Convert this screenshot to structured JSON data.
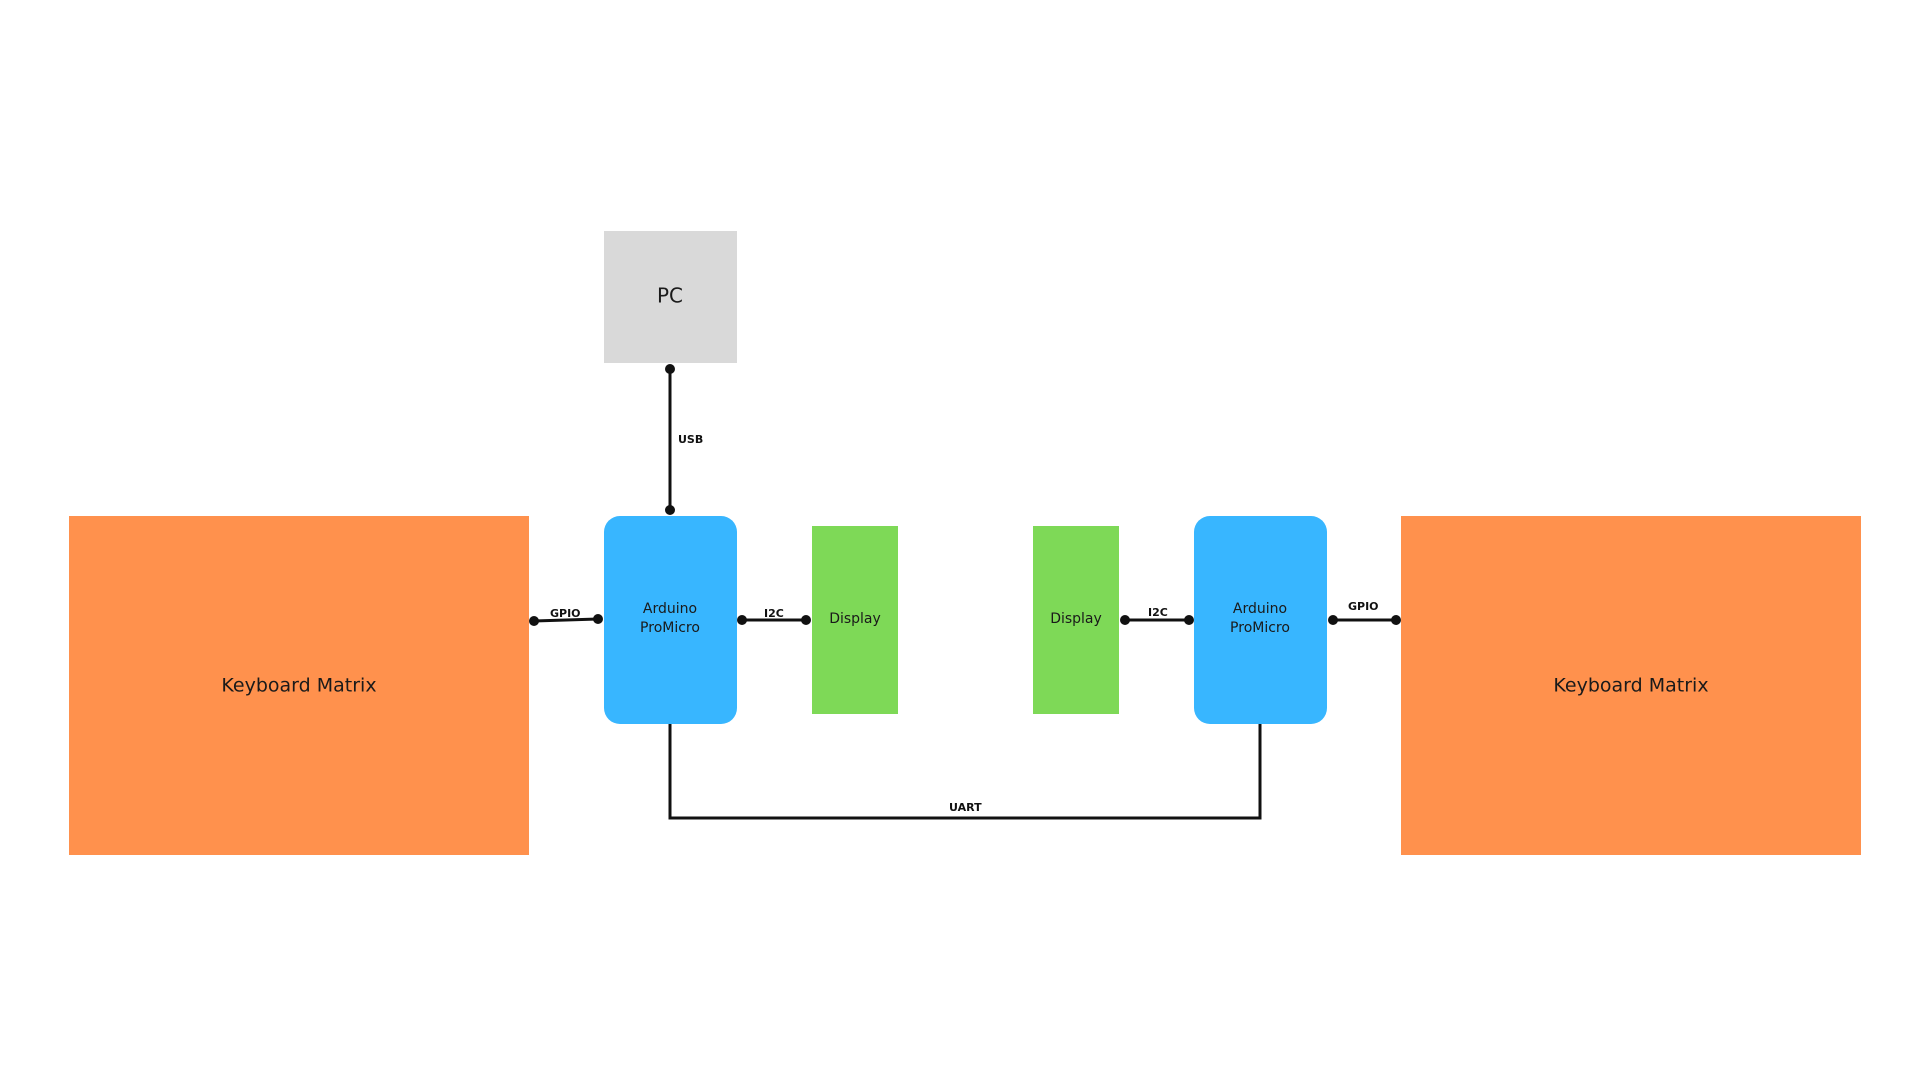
{
  "blocks": {
    "pc": {
      "label": "PC",
      "color": "#d9d9d9"
    },
    "left_keyboard": {
      "label": "Keyboard Matrix",
      "color": "#ff914d"
    },
    "right_keyboard": {
      "label": "Keyboard Matrix",
      "color": "#ff914d"
    },
    "left_mcu": {
      "label_line1": "Arduino",
      "label_line2": "ProMicro",
      "color": "#38b6ff"
    },
    "right_mcu": {
      "label_line1": "Arduino",
      "label_line2": "ProMicro",
      "color": "#38b6ff"
    },
    "left_display": {
      "label": "Display",
      "color": "#7ed957"
    },
    "right_display": {
      "label": "Display",
      "color": "#7ed957"
    }
  },
  "connections": {
    "usb": "USB",
    "left_gpio": "GPIO",
    "left_i2c": "I2C",
    "right_i2c": "I2C",
    "right_gpio": "GPIO",
    "uart": "UART"
  },
  "line_color": "#111111"
}
